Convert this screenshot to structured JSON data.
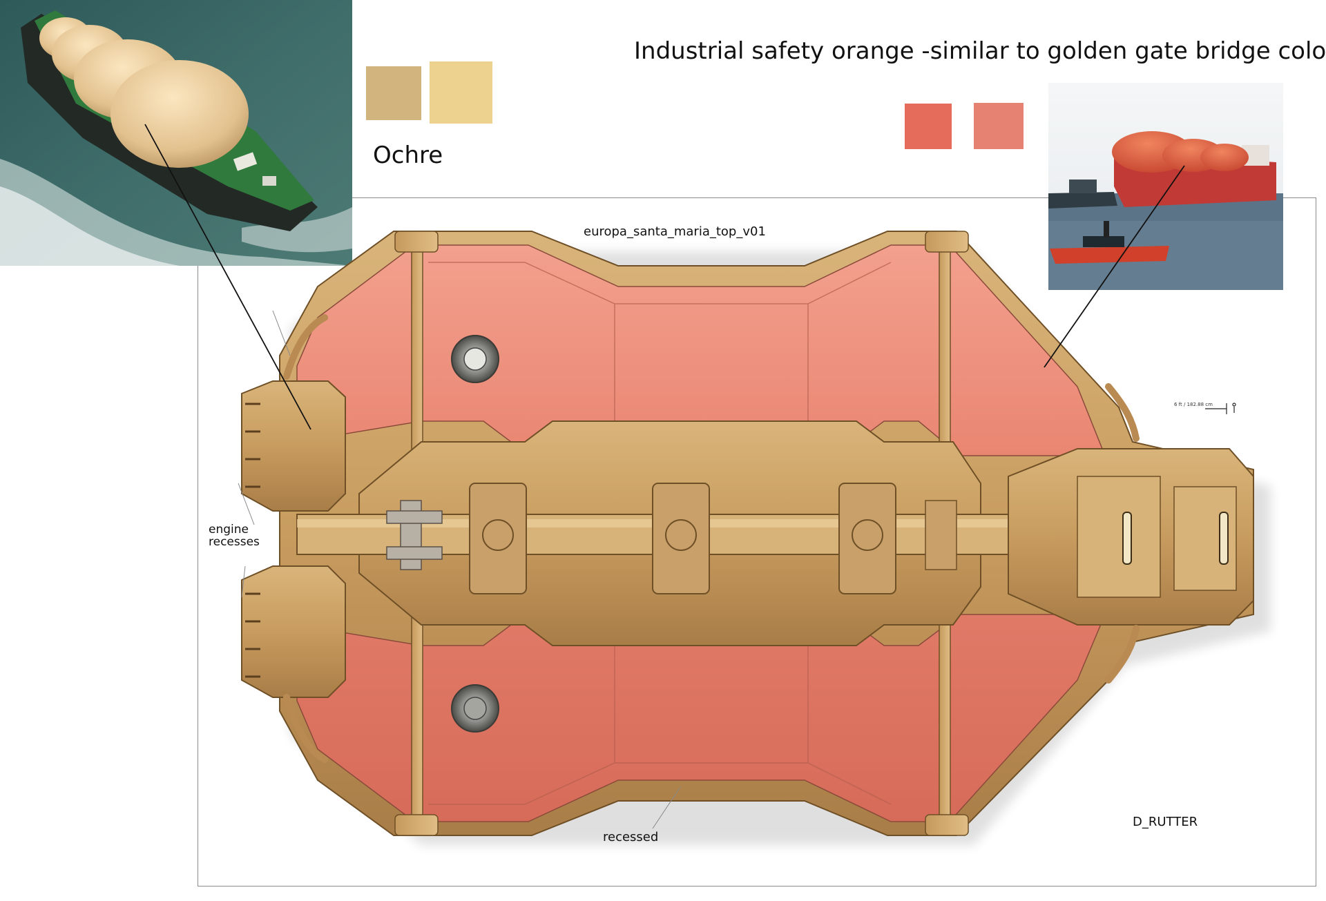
{
  "title": "Industrial safety orange -similar to golden gate bridge color",
  "ochre_label": "Ochre",
  "file_label": "europa_santa_maria_top_v01",
  "engine_label_line1": "engine",
  "engine_label_line2": "recesses",
  "recessed_label": "recessed",
  "designer_label": "D_RUTTER",
  "scale_note": "6 ft / 182.88 cm",
  "colors": {
    "ochre_dark": "#d2b47f",
    "ochre_light": "#ecd18f",
    "orange_dark": "#e56c5a",
    "orange_light": "#e58272"
  },
  "photos": {
    "left": "lng-carrier-ocean-photo",
    "right": "lng-tanker-harbor-photo"
  }
}
